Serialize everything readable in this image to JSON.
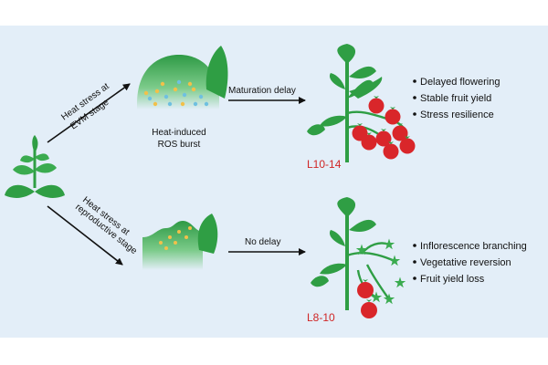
{
  "branch_top": {
    "condition_line1": "Heat stress at",
    "condition_line2": "EVM stage",
    "shoot_caption_line1": "Heat-induced",
    "shoot_caption_line2": "ROS burst",
    "timing_label": "Maturation delay",
    "line_label": "L10-14",
    "outcomes": [
      "Delayed flowering",
      "Stable fruit yield",
      "Stress resilience"
    ]
  },
  "branch_bottom": {
    "condition_line1": "Heat stress at",
    "condition_line2": "reproductive stage",
    "timing_label": "No delay",
    "line_label": "L8-10",
    "outcomes": [
      "Inflorescence branching",
      "Vegetative reversion",
      "Fruit yield loss"
    ]
  },
  "colors": {
    "background": "#e3eef8",
    "leaf": "#2f9e44",
    "leaf_dark": "#1f7a33",
    "fruit": "#d9262a",
    "line_label": "#d02626",
    "ros_dot": "#f2c04a"
  }
}
